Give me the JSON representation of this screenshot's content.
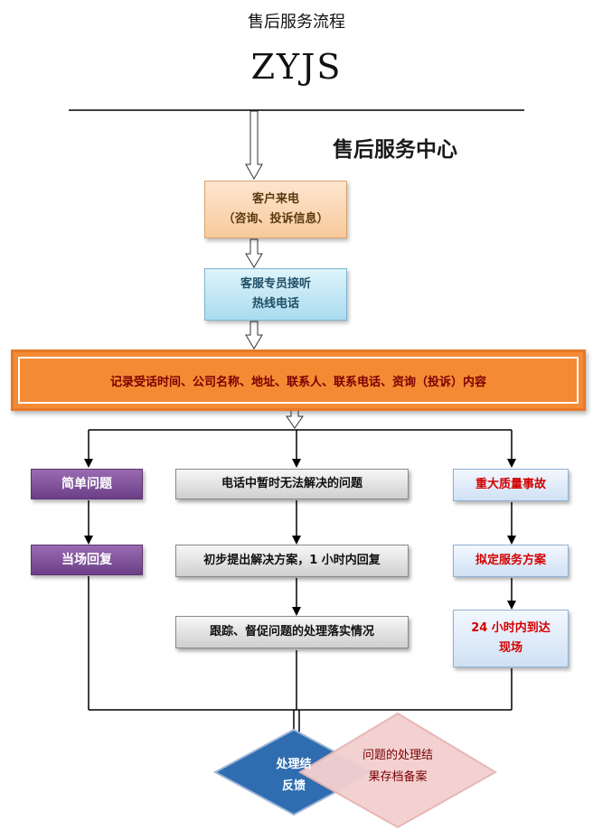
{
  "header": {
    "title": "售后服务流程",
    "logo_text": "ZYJS",
    "center_title": "售后服务中心"
  },
  "flow": {
    "customer_call": [
      "客户来电",
      "（咨询、投诉信息）"
    ],
    "hotline": [
      "客服专员接听",
      "热线电话"
    ],
    "record": "记录受话时间、公司名称、地址、联系人、联系电话、资询（投诉）内容",
    "simple_issue": "简单问题",
    "onsite_reply": "当场回复",
    "unresolved": "电话中暂时无法解决的问题",
    "initial_plan": "初步提出解决方案，1 小时内回复",
    "tracking": "跟踪、督促问题的处理落实情况",
    "major_accident": "重大质量事故",
    "service_plan": "拟定服务方案",
    "arrive_onsite": [
      "24 小时内到达",
      "现场"
    ],
    "feedback": [
      "处理结",
      "反馈"
    ],
    "archive": [
      "问题的处理结",
      "果存档备案"
    ]
  },
  "colors": {
    "orange_band": "#f58a35",
    "purple": "#6b3f87",
    "diamond_blue": "#2f6db0",
    "diamond_pink": "#f3d0d0",
    "accent_red": "#d40000"
  }
}
